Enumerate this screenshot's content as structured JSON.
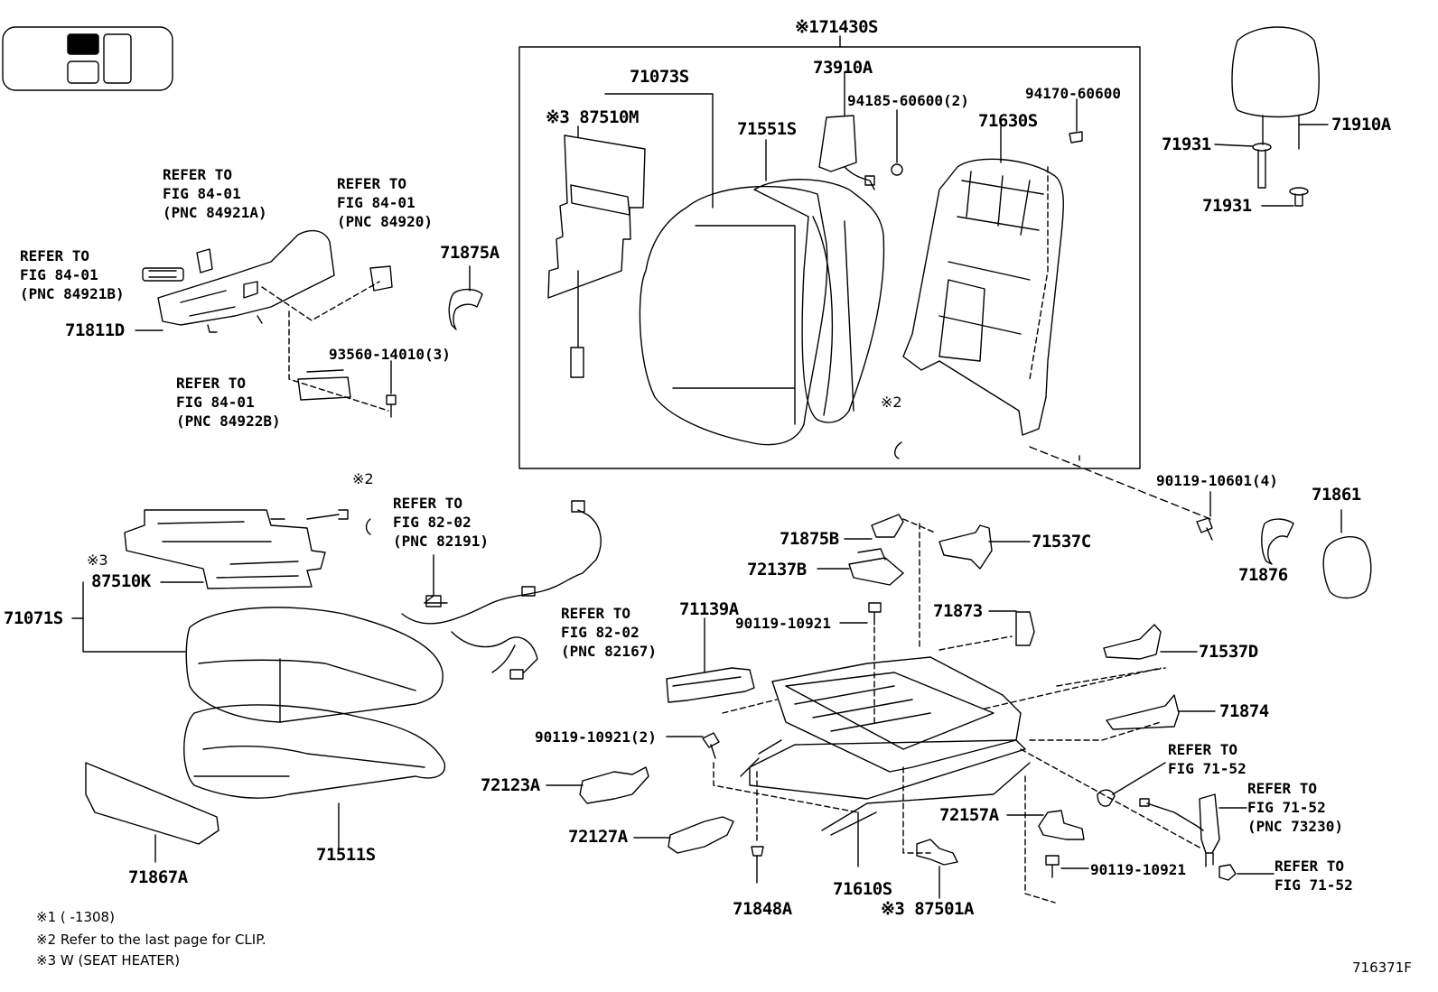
{
  "part_labels": {
    "p171430S": "※171430S",
    "p71073S": "71073S",
    "p87510M": "※3 87510M",
    "p73910A": "73910A",
    "p94185": "94185-60600(2)",
    "p94170": "94170-60600",
    "p71551S": "71551S",
    "p71630S": "71630S",
    "p71910A": "71910A",
    "p71931a": "71931",
    "p71931b": "71931",
    "p71875A": "71875A",
    "p71811D": "71811D",
    "p93560": "93560-14010(3)",
    "p90119_4": "90119-10601(4)",
    "p71861": "71861",
    "p71876": "71876",
    "p87510K": "87510K",
    "p71071S": "71071S",
    "p71875B": "71875B",
    "p71537C": "71537C",
    "p72137B": "72137B",
    "p90119_a": "90119-10921",
    "p71873": "71873",
    "p71139A": "71139A",
    "p71537D": "71537D",
    "p71874": "71874",
    "p90119_2": "90119-10921(2)",
    "p72123A": "72123A",
    "p72127A": "72127A",
    "p72157A": "72157A",
    "p90119_b": "90119-10921",
    "p71867A": "71867A",
    "p71511S": "71511S",
    "p71848A": "71848A",
    "p71610S": "71610S",
    "p87501A": "※3 87501A"
  },
  "clip_marks": {
    "c1": "※2",
    "c2": "※2",
    "c3": "※3"
  },
  "refer_blocks": {
    "r1": {
      "l1": "REFER TO",
      "l2": "FIG 84-01",
      "l3": "(PNC 84921A)"
    },
    "r2": {
      "l1": "REFER TO",
      "l2": "FIG 84-01",
      "l3": "(PNC 84920)"
    },
    "r3": {
      "l1": "REFER TO",
      "l2": "FIG 84-01",
      "l3": "(PNC 84921B)"
    },
    "r4": {
      "l1": "REFER TO",
      "l2": "FIG 84-01",
      "l3": "(PNC 84922B)"
    },
    "r5": {
      "l1": "REFER TO",
      "l2": "FIG 82-02",
      "l3": "(PNC 82191)"
    },
    "r6": {
      "l1": "REFER TO",
      "l2": "FIG 82-02",
      "l3": "(PNC 82167)"
    },
    "r7": {
      "l1": "REFER TO",
      "l2": "FIG 71-52"
    },
    "r8": {
      "l1": "REFER TO",
      "l2": "FIG 71-52",
      "l3": "(PNC 73230)"
    },
    "r9": {
      "l1": "REFER TO",
      "l2": "FIG 71-52"
    }
  },
  "notes": {
    "n1": "※1 (      -1308)",
    "n2": "※2 Refer to the last page for CLIP.",
    "n3": "※3 W (SEAT HEATER)"
  },
  "figure_id": "716371F"
}
